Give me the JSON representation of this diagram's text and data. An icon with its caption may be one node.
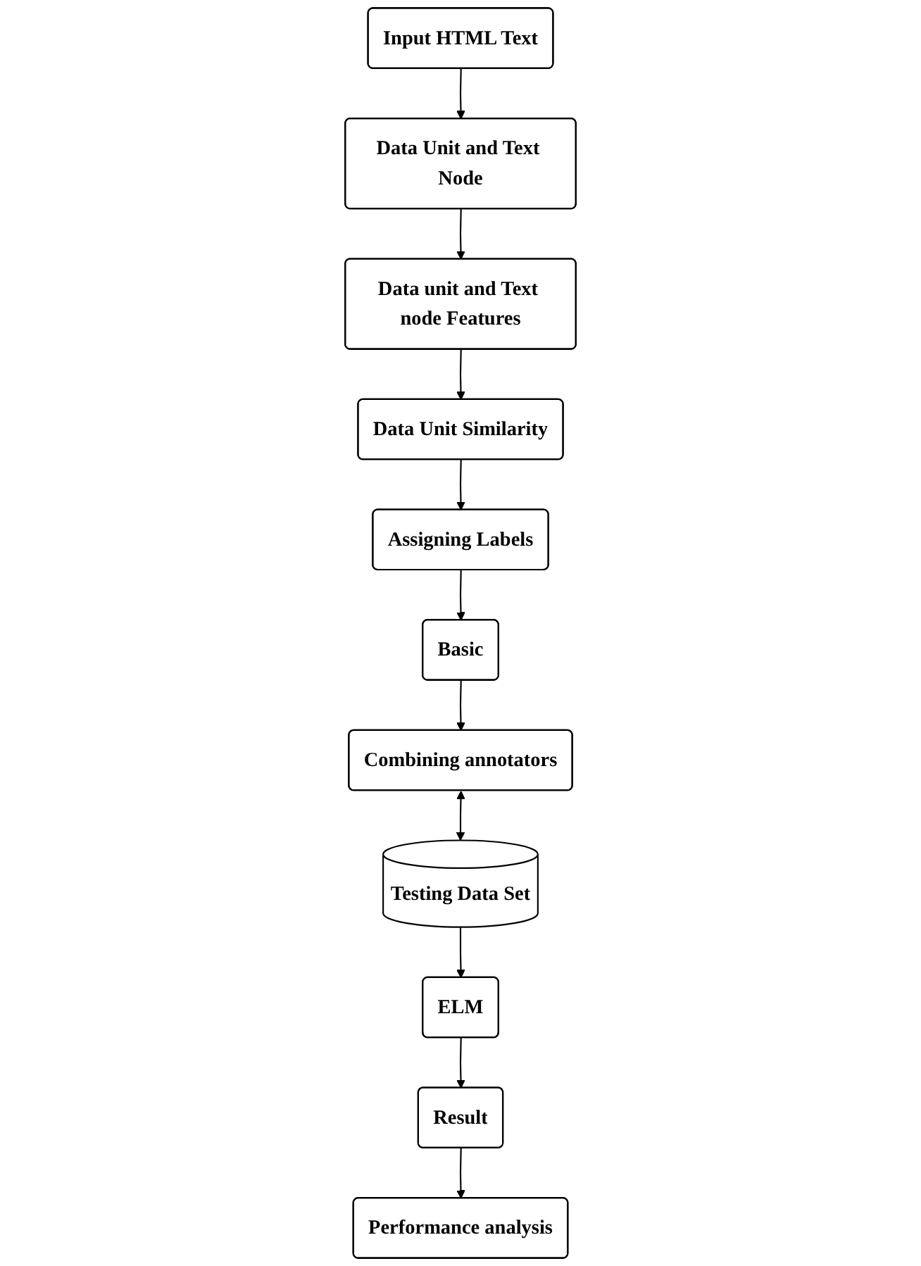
{
  "diagram": {
    "nodes": [
      {
        "text": [
          "Input HTML Text"
        ]
      },
      {
        "text": [
          "Data Unit and Text Node"
        ]
      },
      {
        "text": [
          "Data unit and Text node Features"
        ]
      },
      {
        "text": [
          "Data Unit Similarity"
        ]
      },
      {
        "text": [
          "Assigning Labels"
        ]
      },
      {
        "text": [
          "Basic"
        ]
      },
      {
        "text": [
          "Combining annotators"
        ]
      },
      {
        "text": [
          "Testing Data Set"
        ]
      },
      {
        "text": [
          "ELM"
        ]
      },
      {
        "text": [
          "Result"
        ]
      },
      {
        "text": [
          "Performance analysis"
        ]
      }
    ],
    "edges": [
      {
        "from": 0,
        "to": 1,
        "arrow": "to"
      },
      {
        "from": 1,
        "to": 2,
        "arrow": "to"
      },
      {
        "from": 2,
        "to": 3,
        "arrow": "to"
      },
      {
        "from": 3,
        "to": 4,
        "arrow": "to"
      },
      {
        "from": 4,
        "to": 5,
        "arrow": "to"
      },
      {
        "from": 5,
        "to": 6,
        "arrow": "to"
      },
      {
        "from": 6,
        "to": 7,
        "arrow": "both"
      },
      {
        "from": 7,
        "to": 8,
        "arrow": "to"
      },
      {
        "from": 8,
        "to": 9,
        "arrow": "to"
      },
      {
        "from": 9,
        "to": 10,
        "arrow": "to"
      }
    ]
  }
}
